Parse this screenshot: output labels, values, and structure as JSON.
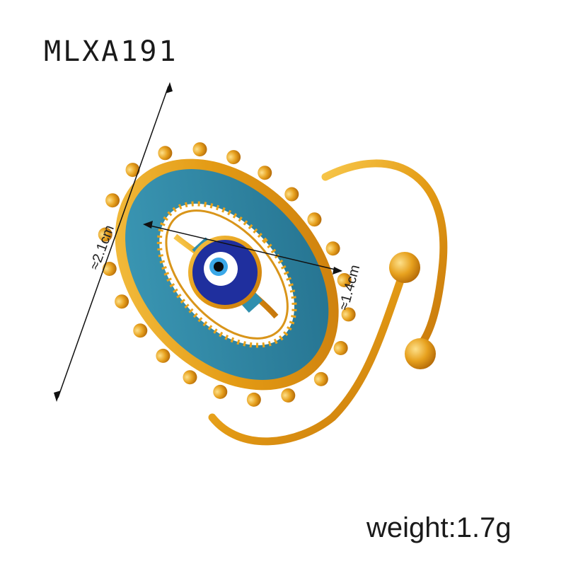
{
  "product": {
    "code": "MLXA191",
    "weight_label": "weight:1.7g"
  },
  "dimensions": {
    "length_label": "≈2.1cm",
    "width_label": "≈1.4cm"
  },
  "colors": {
    "gold": "#e8a21c",
    "enamel_teal": "#2f8fae",
    "eye_blue": "#1f2f9e",
    "background": "#ffffff"
  },
  "image": {
    "subject": "adjustable-evil-eye-ring"
  }
}
